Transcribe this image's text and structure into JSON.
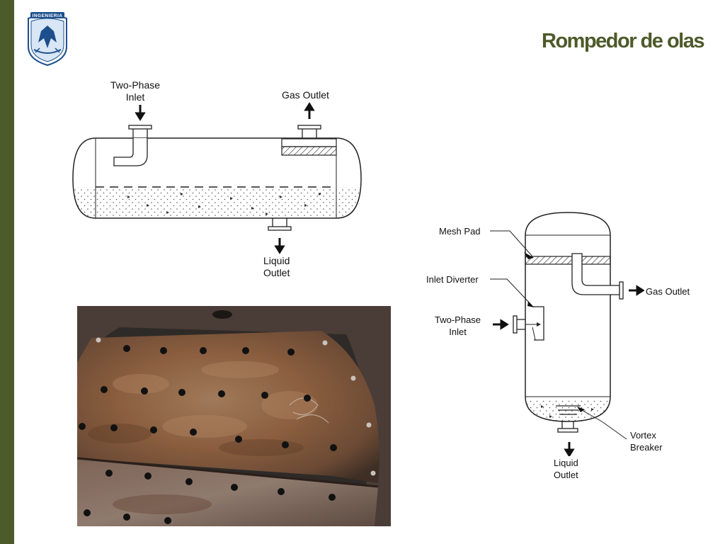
{
  "slide": {
    "title": "Rompedor de olas",
    "logo_text": "INGENIERIA",
    "colors": {
      "accent": "#4d5a2a",
      "bar": "#4d5a2a"
    }
  },
  "horizontal_separator": {
    "labels": {
      "inlet_line1": "Two-Phase",
      "inlet_line2": "Inlet",
      "gas_outlet": "Gas Outlet",
      "liquid_line1": "Liquid",
      "liquid_line2": "Outlet"
    }
  },
  "vertical_separator": {
    "labels": {
      "mesh_pad": "Mesh Pad",
      "inlet_diverter": "Inlet Diverter",
      "inlet_line1": "Two-Phase",
      "inlet_line2": "Inlet",
      "gas_outlet": "Gas Outlet",
      "vortex_line1": "Vortex",
      "vortex_line2": "Breaker",
      "liquid_line1": "Liquid",
      "liquid_line2": "Outlet"
    }
  }
}
